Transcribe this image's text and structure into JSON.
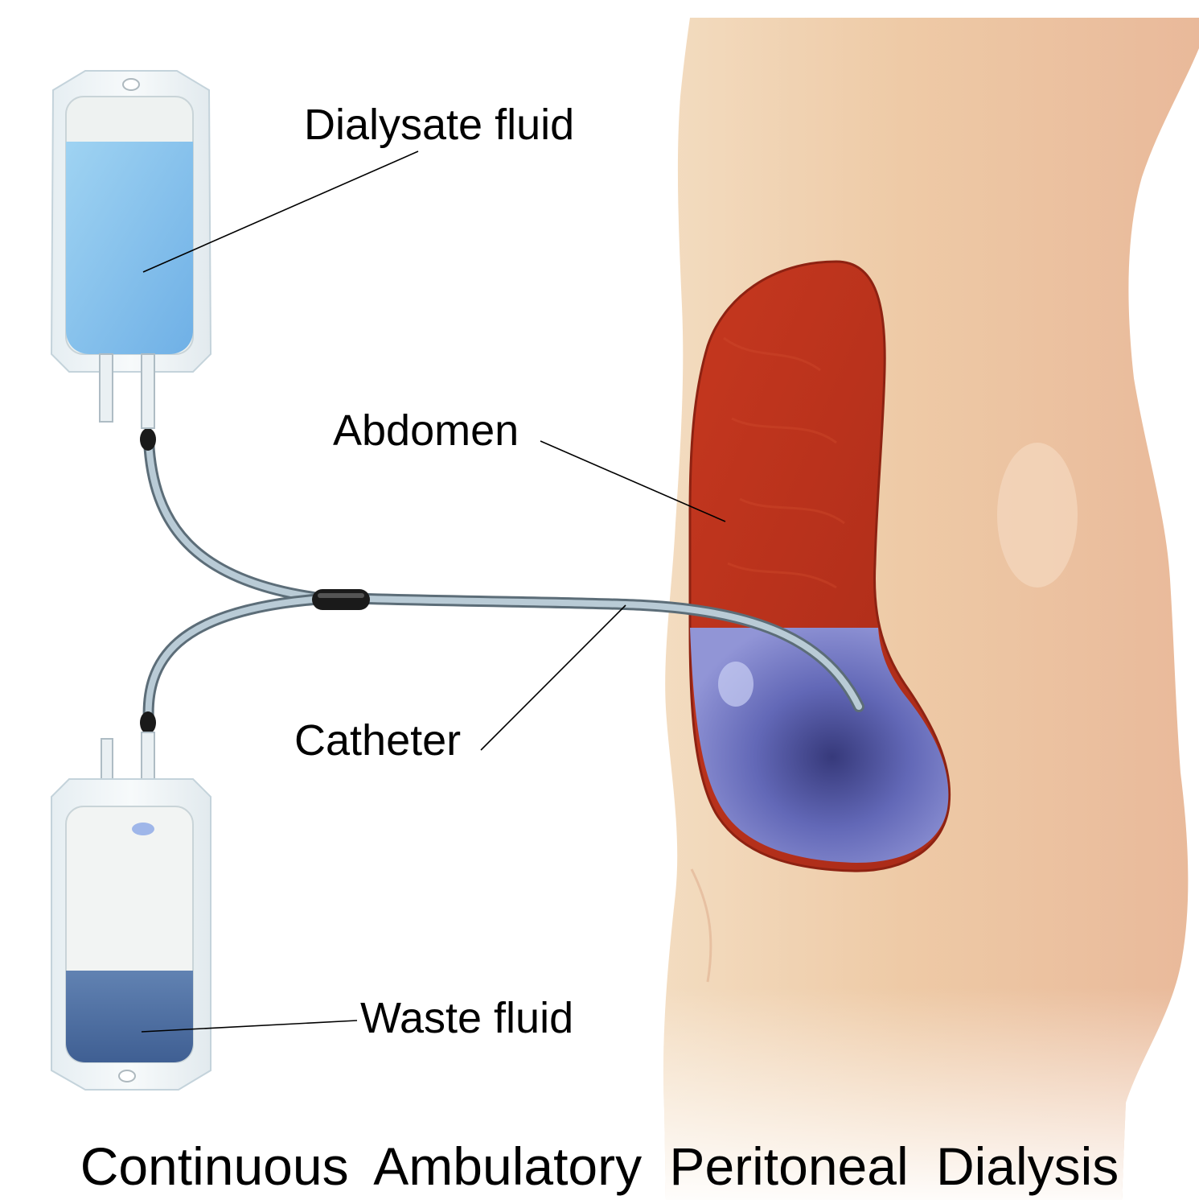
{
  "diagram": {
    "title": "Continuous  Ambulatory  Peritoneal Dialysis",
    "labels": {
      "dialysate": "Dialysate fluid",
      "abdomen": "Abdomen",
      "catheter": "Catheter",
      "waste": "Waste fluid"
    },
    "colors": {
      "skin": "#eec8a4",
      "abdomen_tissue": "#b8321e",
      "dialysate_fluid": "#8fc6ec",
      "waste_fluid": "#5574a6",
      "peritoneal_fluid": "#6b78c8",
      "tubing": "#9fb4c4"
    }
  }
}
